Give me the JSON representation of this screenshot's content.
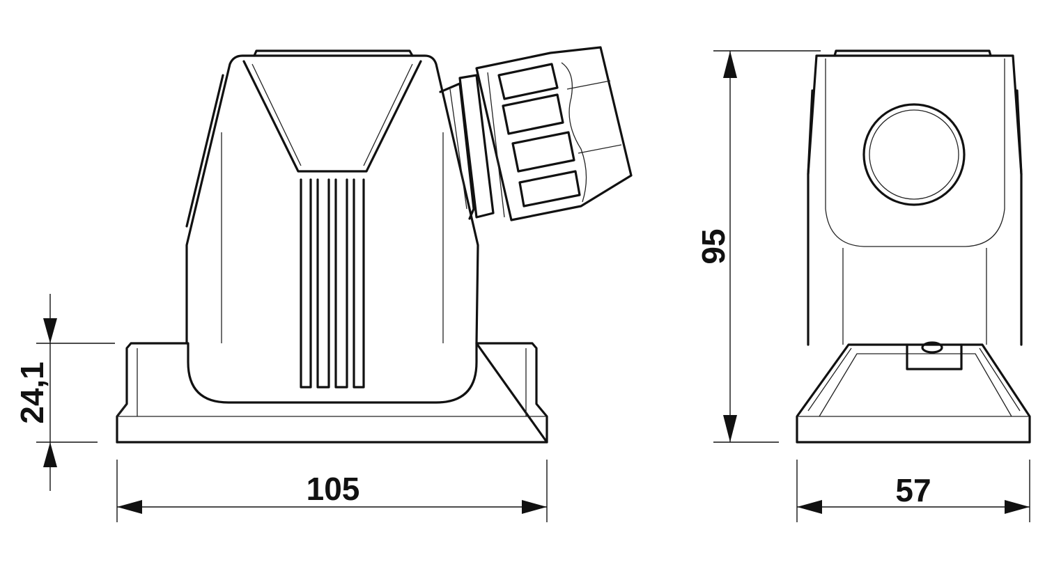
{
  "dimensions": {
    "front_width": "105",
    "flange_height": "24,1",
    "total_height": "95",
    "side_width": "57"
  },
  "colors": {
    "line": "#111111",
    "background": "#ffffff"
  }
}
